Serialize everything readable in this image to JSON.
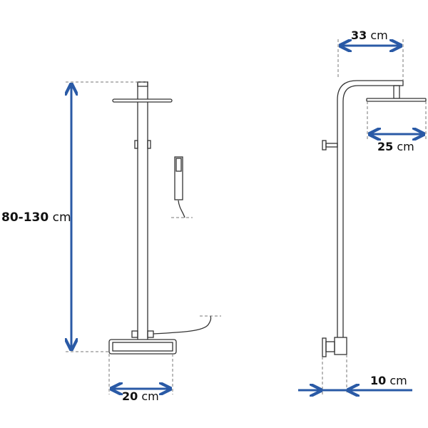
{
  "accent_color": "#2a5aa6",
  "line_color": "#333333",
  "dimensions": {
    "height": {
      "value": "80-130",
      "unit": "cm"
    },
    "base_width": {
      "value": "20",
      "unit": "cm"
    },
    "arm_length": {
      "value": "33",
      "unit": "cm"
    },
    "head_diameter": {
      "value": "25",
      "unit": "cm"
    },
    "wall_distance": {
      "value": "10",
      "unit": "cm"
    }
  }
}
